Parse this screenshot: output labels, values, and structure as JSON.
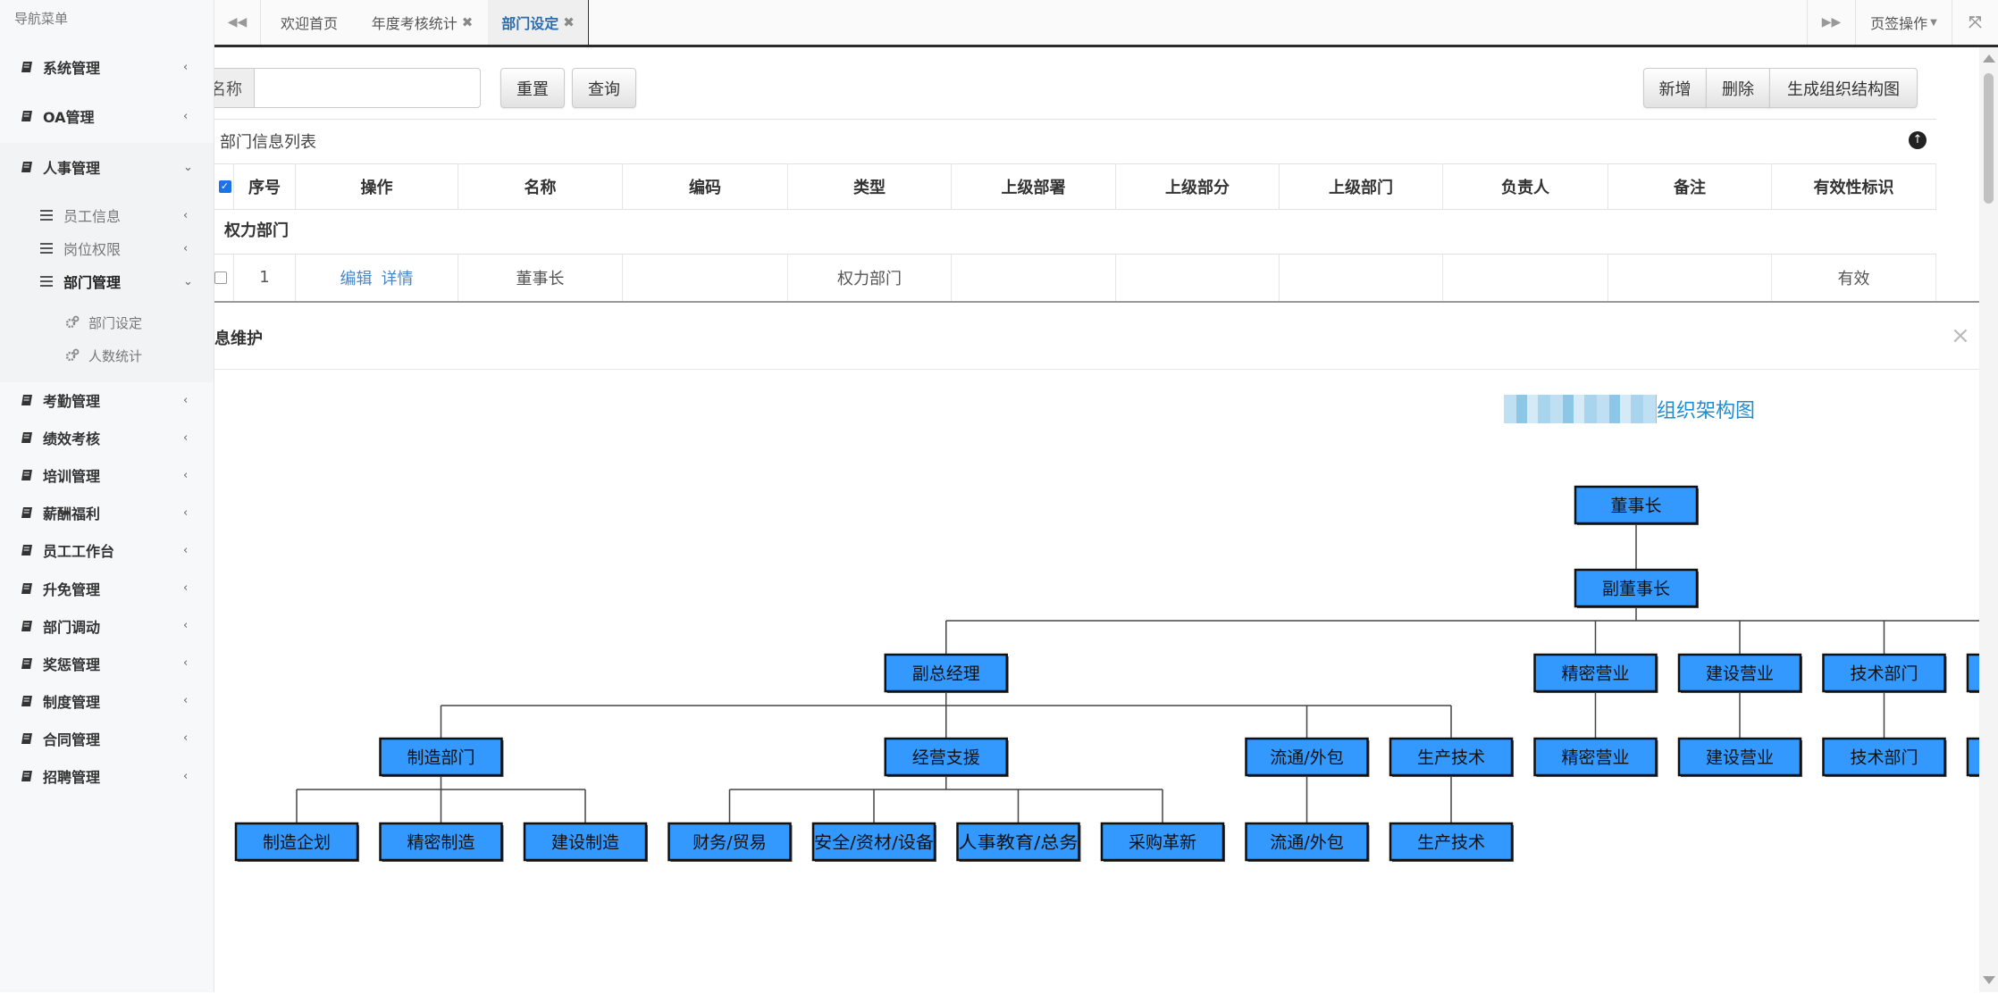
{
  "sidebar": {
    "title": "导航菜单",
    "items": [
      {
        "label": "系统管理",
        "icon": "book-icon"
      },
      {
        "label": "OA管理",
        "icon": "book-icon"
      },
      {
        "label": "人事管理",
        "icon": "book-icon",
        "expanded": true,
        "children": [
          {
            "label": "员工信息",
            "icon": "list-icon"
          },
          {
            "label": "岗位权限",
            "icon": "list-icon"
          },
          {
            "label": "部门管理",
            "icon": "list-icon",
            "expanded": true,
            "children": [
              {
                "label": "部门设定",
                "icon": "cogs-icon"
              },
              {
                "label": "人数统计",
                "icon": "cogs-icon"
              }
            ]
          }
        ]
      },
      {
        "label": "考勤管理",
        "icon": "book-icon"
      },
      {
        "label": "绩效考核",
        "icon": "book-icon"
      },
      {
        "label": "培训管理",
        "icon": "book-icon"
      },
      {
        "label": "薪酬福利",
        "icon": "book-icon"
      },
      {
        "label": "员工工作台",
        "icon": "book-icon"
      },
      {
        "label": "升免管理",
        "icon": "book-icon"
      },
      {
        "label": "部门调动",
        "icon": "book-icon"
      },
      {
        "label": "奖惩管理",
        "icon": "book-icon"
      },
      {
        "label": "制度管理",
        "icon": "book-icon"
      },
      {
        "label": "合同管理",
        "icon": "book-icon"
      },
      {
        "label": "招聘管理",
        "icon": "book-icon"
      }
    ]
  },
  "tabs": {
    "items": [
      {
        "label": "欢迎首页",
        "closable": false
      },
      {
        "label": "年度考核统计",
        "closable": true
      },
      {
        "label": "部门设定",
        "closable": true,
        "active": true
      }
    ],
    "close_glyph": "✖",
    "tab_ops": "页签操作"
  },
  "search": {
    "label": "名称",
    "value": "",
    "reset": "重置",
    "query": "查询"
  },
  "toolbar": {
    "add": "新增",
    "delete": "删除",
    "generate": "生成组织结构图"
  },
  "list": {
    "title": "部门信息列表",
    "columns": [
      "序号",
      "操作",
      "名称",
      "编码",
      "类型",
      "上级部署",
      "上级部分",
      "上级部门",
      "负责人",
      "备注",
      "有效性标识"
    ],
    "group": "权力部门",
    "rows": [
      {
        "index": "1",
        "actions": [
          "编辑",
          "详情"
        ],
        "name": "董事长",
        "code": "",
        "type": "权力部门",
        "parent_office": "",
        "parent_division": "",
        "parent_dept": "",
        "owner": "",
        "remark": "",
        "valid": "有效"
      }
    ]
  },
  "modal": {
    "title": "息维护",
    "chart_title": "组织架构图",
    "close_glyph": "×"
  },
  "colors": {
    "org_box": "#3399ff",
    "active_tab": "#2a6eb0",
    "link": "#4a86c5",
    "chart_title": "#1d8ed0"
  },
  "org_chart": {
    "label": "董事长",
    "children": [
      {
        "label": "副董事长",
        "children": [
          {
            "label": "副总经理",
            "children": [
              {
                "label": "制造部门",
                "children": [
                  {
                    "label": "制造企划"
                  },
                  {
                    "label": "精密制造"
                  },
                  {
                    "label": "建设制造"
                  }
                ]
              },
              {
                "label": "经营支援",
                "children": [
                  {
                    "label": "财务/贸易"
                  },
                  {
                    "label": "安全/资材/设备"
                  },
                  {
                    "label": "人事教育/总务"
                  },
                  {
                    "label": "采购革新"
                  }
                ]
              },
              {
                "label": "流通/外包",
                "children": [
                  {
                    "label": "流通/外包"
                  }
                ]
              },
              {
                "label": "生产技术",
                "children": [
                  {
                    "label": "生产技术"
                  }
                ]
              }
            ]
          },
          {
            "label": "精密营业",
            "children": [
              {
                "label": "精密营业"
              }
            ]
          },
          {
            "label": "建设营业",
            "children": [
              {
                "label": "建设营业"
              }
            ]
          },
          {
            "label": "技术部门",
            "children": [
              {
                "label": "技术部门"
              }
            ]
          },
          {
            "label": "",
            "children": [
              {
                "label": ""
              }
            ]
          }
        ]
      }
    ]
  }
}
